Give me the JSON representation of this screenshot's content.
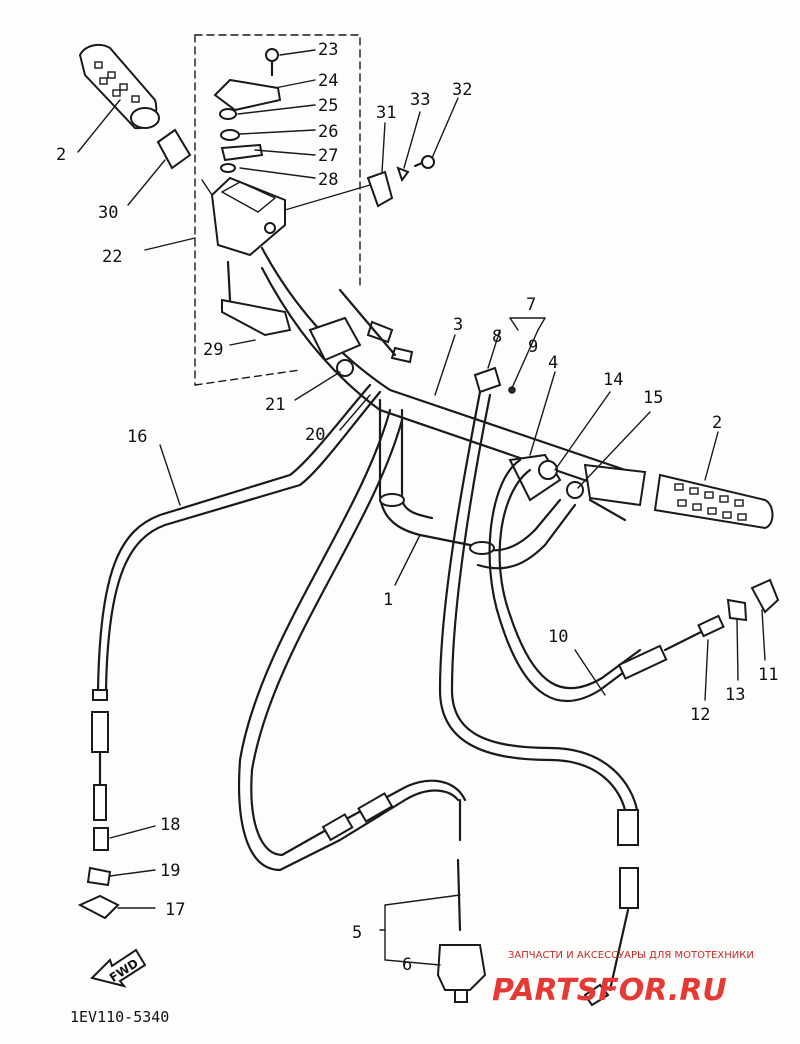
{
  "diagram": {
    "drawing_code": "1EV110-5340",
    "direction_marker": "FWD",
    "callouts": [
      {
        "id": "c1",
        "text": "1"
      },
      {
        "id": "c2a",
        "text": "2"
      },
      {
        "id": "c2b",
        "text": "2"
      },
      {
        "id": "c3",
        "text": "3"
      },
      {
        "id": "c4",
        "text": "4"
      },
      {
        "id": "c5",
        "text": "5"
      },
      {
        "id": "c6",
        "text": "6"
      },
      {
        "id": "c7",
        "text": "7"
      },
      {
        "id": "c8",
        "text": "8"
      },
      {
        "id": "c9",
        "text": "9"
      },
      {
        "id": "c10",
        "text": "10"
      },
      {
        "id": "c11",
        "text": "11"
      },
      {
        "id": "c12",
        "text": "12"
      },
      {
        "id": "c13",
        "text": "13"
      },
      {
        "id": "c14",
        "text": "14"
      },
      {
        "id": "c15",
        "text": "15"
      },
      {
        "id": "c16",
        "text": "16"
      },
      {
        "id": "c17",
        "text": "17"
      },
      {
        "id": "c18",
        "text": "18"
      },
      {
        "id": "c19",
        "text": "19"
      },
      {
        "id": "c20",
        "text": "20"
      },
      {
        "id": "c21",
        "text": "21"
      },
      {
        "id": "c22",
        "text": "22"
      },
      {
        "id": "c23",
        "text": "23"
      },
      {
        "id": "c24",
        "text": "24"
      },
      {
        "id": "c25",
        "text": "25"
      },
      {
        "id": "c26",
        "text": "26"
      },
      {
        "id": "c27",
        "text": "27"
      },
      {
        "id": "c28",
        "text": "28"
      },
      {
        "id": "c29",
        "text": "29"
      },
      {
        "id": "c30",
        "text": "30"
      },
      {
        "id": "c31",
        "text": "31"
      },
      {
        "id": "c32",
        "text": "32"
      },
      {
        "id": "c33",
        "text": "33"
      }
    ]
  },
  "watermark": {
    "caption": "ЗАПЧАСТИ И АКСЕССУАРЫ ДЛЯ МОТОТЕХНИКИ",
    "brand": "PARTSFOR.RU",
    "color": "#e53935"
  }
}
